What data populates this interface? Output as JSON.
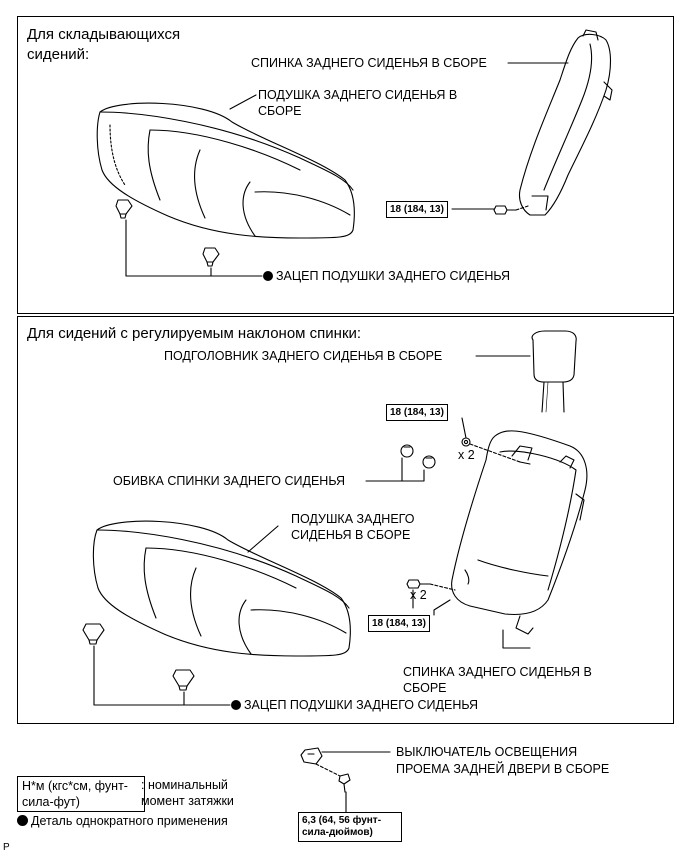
{
  "panel1": {
    "title_line1": "Для складывающихся",
    "title_line2": "сидений:",
    "backrest_label": "СПИНКА ЗАДНЕГО СИДЕНЬЯ В СБОРЕ",
    "cushion_label_line1": "ПОДУШКА ЗАДНЕГО СИДЕНЬЯ В",
    "cushion_label_line2": "СБОРЕ",
    "torque": "18 (184, 13)",
    "hook_label": "ЗАЦЕП ПОДУШКИ ЗАДНЕГО СИДЕНЬЯ"
  },
  "panel2": {
    "title": "Для сидений с регулируемым наклоном спинки:",
    "headrest_label": "ПОДГОЛОВНИК ЗАДНЕГО СИДЕНЬЯ В СБОРЕ",
    "torque_top": "18 (184, 13)",
    "qty_top": "x 2",
    "cover_label": "ОБИВКА СПИНКИ ЗАДНЕГО СИДЕНЬЯ",
    "cushion_label_line1": "ПОДУШКА ЗАДНЕГО",
    "cushion_label_line2": "СИДЕНЬЯ В СБОРЕ",
    "qty_bottom": "x 2",
    "torque_bottom": "18 (184, 13)",
    "backrest_label_line1": "СПИНКА ЗАДНЕГО СИДЕНЬЯ В",
    "backrest_label_line2": "СБОРЕ",
    "hook_label": "ЗАЦЕП ПОДУШКИ ЗАДНЕГО СИДЕНЬЯ"
  },
  "bottom": {
    "switch_label_line1": "ВЫКЛЮЧАТЕЛЬ ОСВЕЩЕНИЯ",
    "switch_label_line2": "ПРОЕМА ЗАДНЕЙ ДВЕРИ В СБОРЕ",
    "torque_line1": "6,3 (64, 56 фунт-",
    "torque_line2": "сила-дюймов)"
  },
  "legend": {
    "unit_box_line1": "Н*м (кгс*см, фунт-",
    "unit_box_line2": "сила-фут)",
    "unit_desc_line1": ": номинальный",
    "unit_desc_line2": "момент затяжки",
    "one_time_text": "Деталь однократного применения",
    "corner_letter": "P"
  }
}
